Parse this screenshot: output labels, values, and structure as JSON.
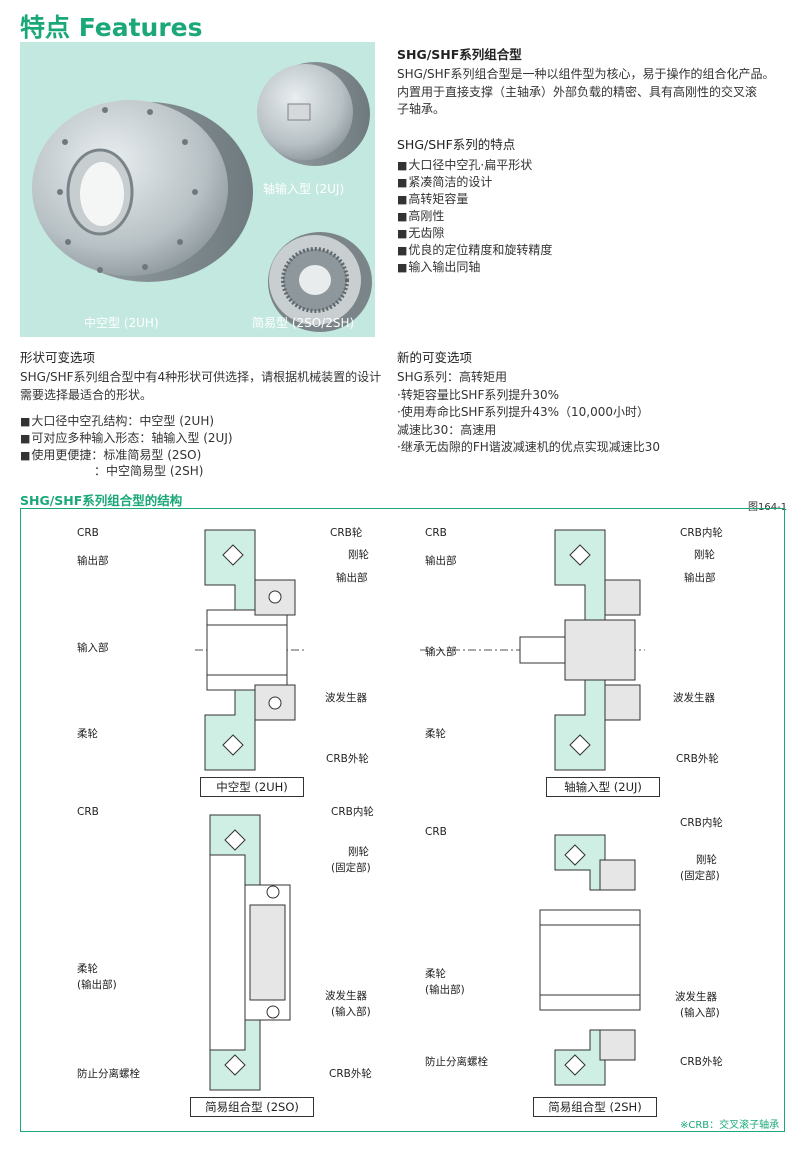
{
  "title": "特点 Features",
  "photo": {
    "caption_hollow": "中空型 (2UH)",
    "caption_shaft": "轴输入型 (2UJ)",
    "caption_simple": "简易型 (2SO/2SH)"
  },
  "shg": {
    "heading": "SHG/SHF系列组合型",
    "lines": [
      "SHG/SHF系列组合型是一种以组件型为核心，易于操作的组合化产品。",
      "内置用于直接支撑（主轴承）外部负载的精密、具有高刚性的交叉滚",
      "子轴承。"
    ]
  },
  "features": {
    "heading": "SHG/SHF系列的特点",
    "items": [
      "大口径中空孔·扁平形状",
      "紧凑简洁的设计",
      "高转矩容量",
      "高刚性",
      "无齿隙",
      "优良的定位精度和旋转精度",
      "输入输出同轴"
    ]
  },
  "shape": {
    "heading": "形状可变选项",
    "lines": [
      "SHG/SHF系列组合型中有4种形状可供选择，请根据机械装置的设计",
      "需要选择最适合的形状。"
    ],
    "items": [
      "大口径中空孔结构：中空型 (2UH)",
      "可对应多种输入形态：轴输入型 (2UJ)",
      "使用更便捷：标准简易型 (2SO)"
    ],
    "extra": "：中空简易型 (2SH)"
  },
  "new_options": {
    "heading": "新的可变选项",
    "lines": [
      "SHG系列：高转矩用",
      "·转矩容量比SHF系列提升30%",
      "·使用寿命比SHF系列提升43%（10,000小时）",
      "减速比30：高速用",
      "·继承无齿隙的FH谐波减速机的优点实现减速比30"
    ]
  },
  "structure": {
    "heading": "SHG/SHF系列组合型的结构",
    "fig_no": "图164-1",
    "note": "※CRB：交叉滚子轴承"
  },
  "d1": {
    "caption": "中空型 (2UH)",
    "l_crb": "CRB",
    "l_out": "输出部",
    "l_in": "输入部",
    "l_flex": "柔轮",
    "r_crbw": "CRB轮",
    "r_circ": "刚轮",
    "r_out": "输出部",
    "r_wave": "波发生器",
    "r_outer": "CRB外轮"
  },
  "d2": {
    "caption": "轴输入型 (2UJ)",
    "l_crb": "CRB",
    "l_out": "输出部",
    "l_in": "输入部",
    "l_flex": "柔轮",
    "r_inner": "CRB内轮",
    "r_circ": "刚轮",
    "r_out": "输出部",
    "r_wave": "波发生器",
    "r_outer": "CRB外轮"
  },
  "d3": {
    "caption": "简易组合型 (2SO)",
    "l_crb": "CRB",
    "l_flex": "柔轮",
    "l_flex2": "(输出部)",
    "l_bolt": "防止分离螺栓",
    "r_inner": "CRB内轮",
    "r_circ": "刚轮",
    "r_circ2": "(固定部)",
    "r_wave": "波发生器",
    "r_wave2": "(输入部)",
    "r_outer": "CRB外轮"
  },
  "d4": {
    "caption": "简易组合型 (2SH)",
    "l_crb": "CRB",
    "l_flex": "柔轮",
    "l_flex2": "(输出部)",
    "l_bolt": "防止分离螺栓",
    "r_inner": "CRB内轮",
    "r_circ": "刚轮",
    "r_circ2": "(固定部)",
    "r_wave": "波发生器",
    "r_wave2": "(输入部)",
    "r_outer": "CRB外轮"
  },
  "colors": {
    "accent": "#1aa878",
    "photo_bg": "#c3e8df",
    "part_fill": "#cfeee4"
  }
}
